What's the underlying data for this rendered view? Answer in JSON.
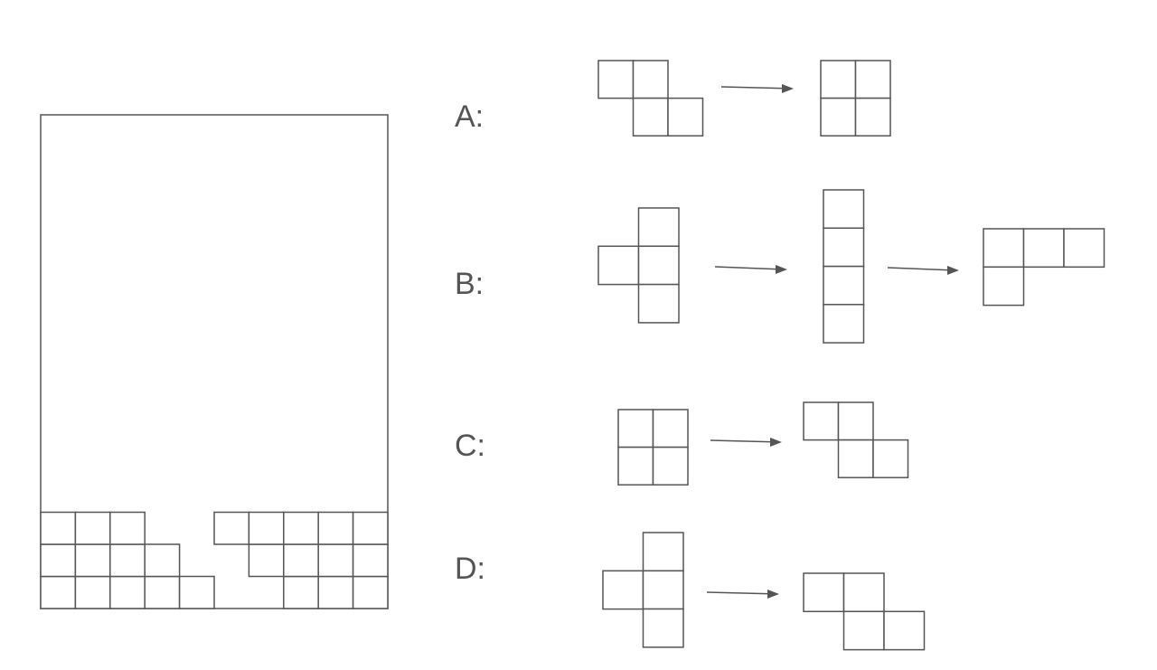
{
  "colors": {
    "stroke": "#555555",
    "background": "#ffffff",
    "label": "#555555"
  },
  "board": {
    "columns": 10,
    "rows": 14,
    "filled_rows_from_bottom": [
      [
        1,
        1,
        1,
        1,
        1,
        0,
        0,
        1,
        1,
        1
      ],
      [
        1,
        1,
        1,
        1,
        0,
        0,
        1,
        1,
        1,
        1
      ],
      [
        1,
        1,
        1,
        0,
        0,
        1,
        1,
        1,
        1,
        1
      ]
    ]
  },
  "options": [
    {
      "label": "A:",
      "sequence": [
        [
          [
            0,
            0
          ],
          [
            1,
            0
          ],
          [
            1,
            1
          ],
          [
            2,
            1
          ]
        ],
        [
          [
            0,
            0
          ],
          [
            1,
            0
          ],
          [
            0,
            1
          ],
          [
            1,
            1
          ]
        ]
      ]
    },
    {
      "label": "B:",
      "sequence": [
        [
          [
            1,
            0
          ],
          [
            0,
            1
          ],
          [
            1,
            1
          ],
          [
            1,
            2
          ]
        ],
        [
          [
            0,
            0
          ],
          [
            0,
            1
          ],
          [
            0,
            2
          ],
          [
            0,
            3
          ]
        ],
        [
          [
            0,
            0
          ],
          [
            1,
            0
          ],
          [
            2,
            0
          ],
          [
            0,
            1
          ]
        ]
      ]
    },
    {
      "label": "C:",
      "sequence": [
        [
          [
            0,
            0
          ],
          [
            1,
            0
          ],
          [
            0,
            1
          ],
          [
            1,
            1
          ]
        ],
        [
          [
            0,
            0
          ],
          [
            1,
            0
          ],
          [
            1,
            1
          ],
          [
            2,
            1
          ]
        ]
      ]
    },
    {
      "label": "D:",
      "sequence": [
        [
          [
            1,
            0
          ],
          [
            0,
            1
          ],
          [
            1,
            1
          ],
          [
            1,
            2
          ]
        ],
        [
          [
            0,
            0
          ],
          [
            1,
            0
          ],
          [
            1,
            1
          ],
          [
            2,
            1
          ]
        ]
      ]
    }
  ]
}
